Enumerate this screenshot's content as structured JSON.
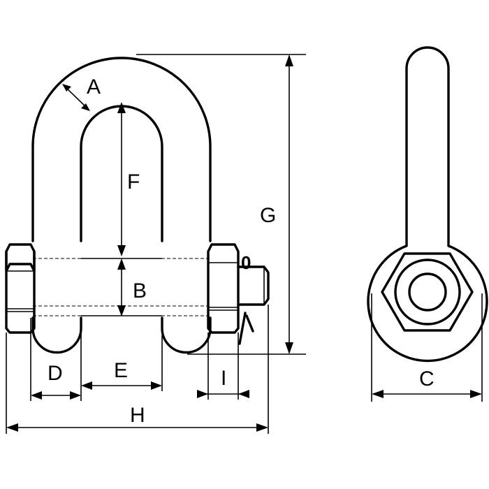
{
  "labels": {
    "A": "A",
    "B": "B",
    "C": "C",
    "D": "D",
    "E": "E",
    "F": "F",
    "G": "G",
    "H": "H",
    "I": "I",
    "cotter": "0"
  }
}
